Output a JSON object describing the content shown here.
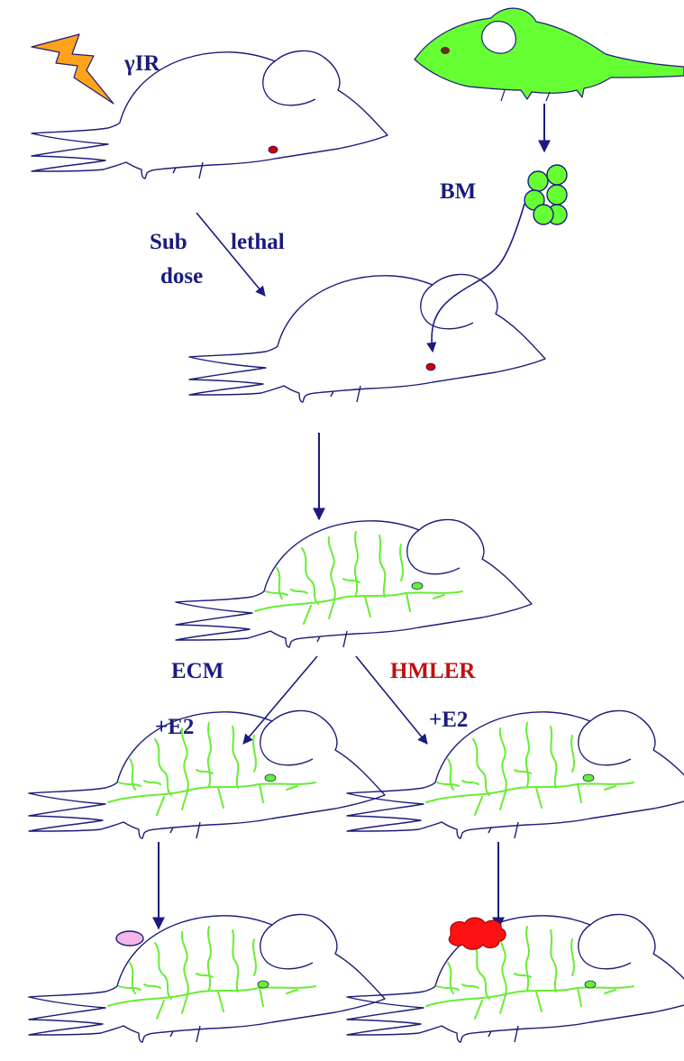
{
  "labels": {
    "radiation": "γIR",
    "bone_marrow": "BM",
    "sub": "Sub",
    "lethal": "lethal",
    "dose": "dose",
    "ecm": "ECM",
    "hmler": "HMLER",
    "e2_left": "+E2",
    "e2_right": "+E2"
  },
  "colors": {
    "outline": "#1c1c7a",
    "label_blue": "#1a1a80",
    "label_red": "#bf1010",
    "gfp_green": "#66ff33",
    "vessel_green": "#66ee33",
    "eye_red": "#cc0000",
    "lightning_orange": "#ffa31a",
    "ecm_pink": "#f3b6e6",
    "tumor_red": "#ff1111"
  },
  "icons": [
    "lightning-icon",
    "gfp-mouse-icon",
    "bone-marrow-cells-icon",
    "mouse-icon",
    "vasculature-icon",
    "ecm-plug-icon",
    "tumor-icon"
  ]
}
